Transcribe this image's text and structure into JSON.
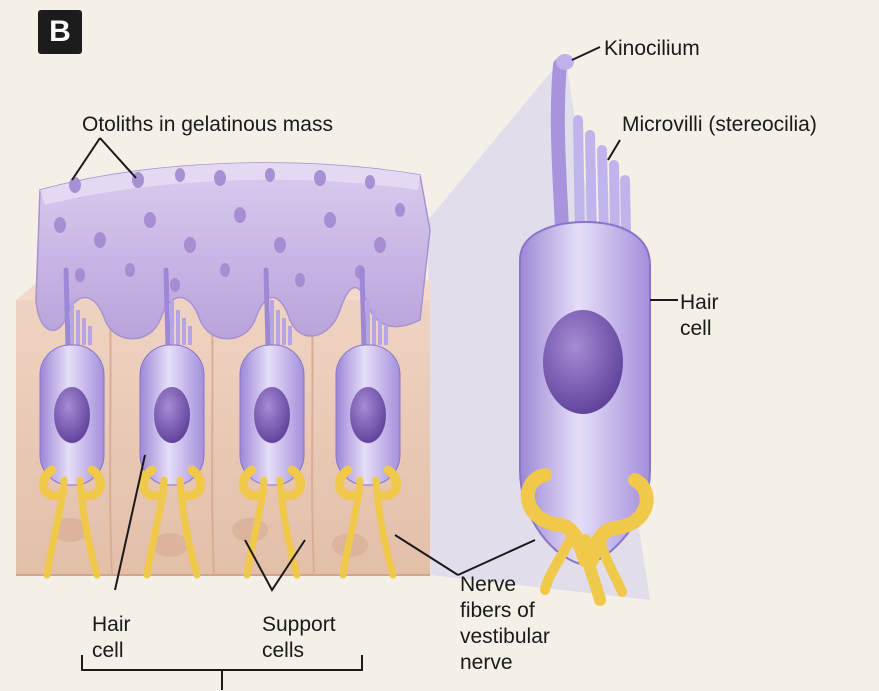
{
  "panel_label": "B",
  "labels": {
    "otoliths": "Otoliths in gelatinous mass",
    "kinocilium": "Kinocilium",
    "microvilli": "Microvilli (stereocilia)",
    "hair_cell_right": "Hair\ncell",
    "hair_cell_bottom": "Hair\ncell",
    "support_cells": "Support\ncells",
    "nerve_fibers": "Nerve\nfibers of\nvestibular\nnerve"
  },
  "colors": {
    "gel": "#c7b6e0",
    "hair_cell": "#b8a9e8",
    "nucleus": "#7b5fb4",
    "nerve": "#f0c94a",
    "support_tissue": "#e9c7b4",
    "background": "#f4efe7"
  }
}
